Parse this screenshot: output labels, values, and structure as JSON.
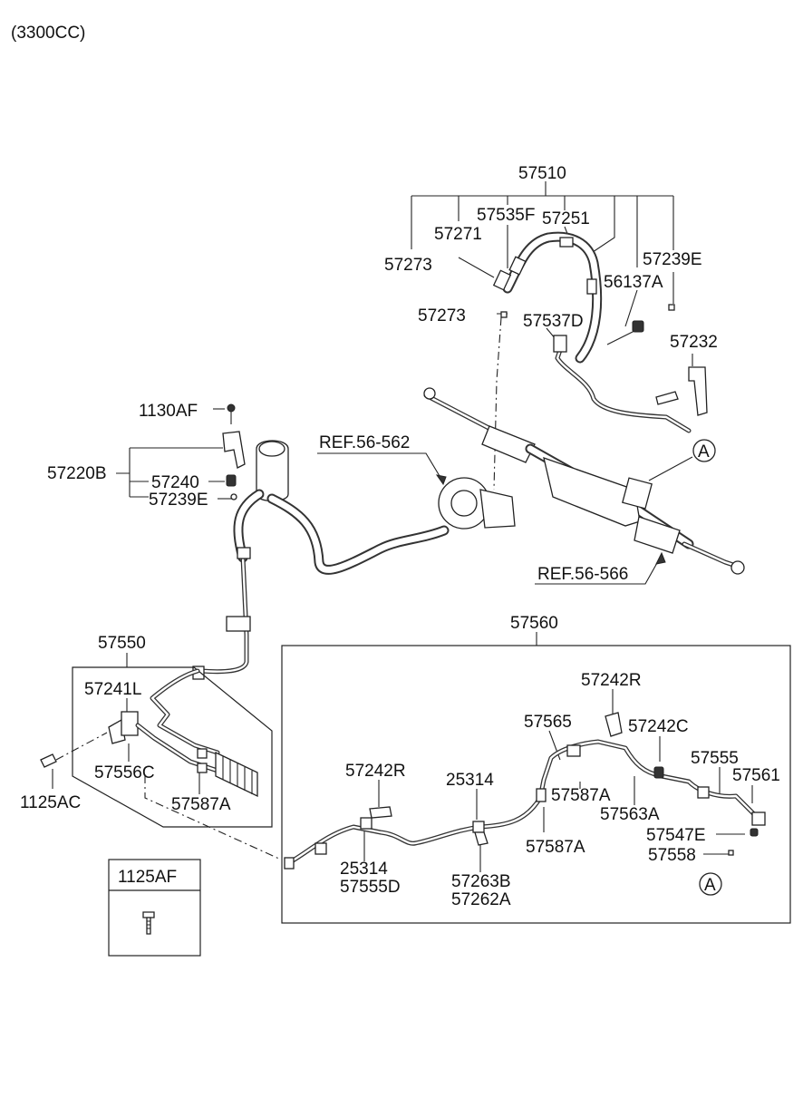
{
  "header": {
    "engine": "(3300CC)"
  },
  "labels": {
    "p57510": "57510",
    "p57535F": "57535F",
    "p57251": "57251",
    "p57271": "57271",
    "p57273_top": "57273",
    "p57239E_top": "57239E",
    "p56137A": "56137A",
    "p57273_mid": "57273",
    "p57537D": "57537D",
    "p57232": "57232",
    "p1130AF": "1130AF",
    "ref_56562": "REF.56-562",
    "p57220B": "57220B",
    "p57240": "57240",
    "p57239E_left": "57239E",
    "ref_56566": "REF.56-566",
    "circle_a_top": "A",
    "p57550": "57550",
    "p57560": "57560",
    "p57241L": "57241L",
    "p57556C": "57556C",
    "p1125AC": "1125AC",
    "p57587A_left": "57587A",
    "p57242R_top": "57242R",
    "p57565": "57565",
    "p57242C": "57242C",
    "p57555": "57555",
    "p57561": "57561",
    "p57242R_left": "57242R",
    "p25314_top": "25314",
    "p57587A_mid": "57587A",
    "p57563A": "57563A",
    "p57547E": "57547E",
    "p57558": "57558",
    "p57587A_low": "57587A",
    "p25314_low": "25314",
    "p57555D": "57555D",
    "p57263B": "57263B",
    "p57262A": "57262A",
    "circle_a_bottom": "A"
  },
  "legend_box": {
    "code": "1125AF"
  }
}
